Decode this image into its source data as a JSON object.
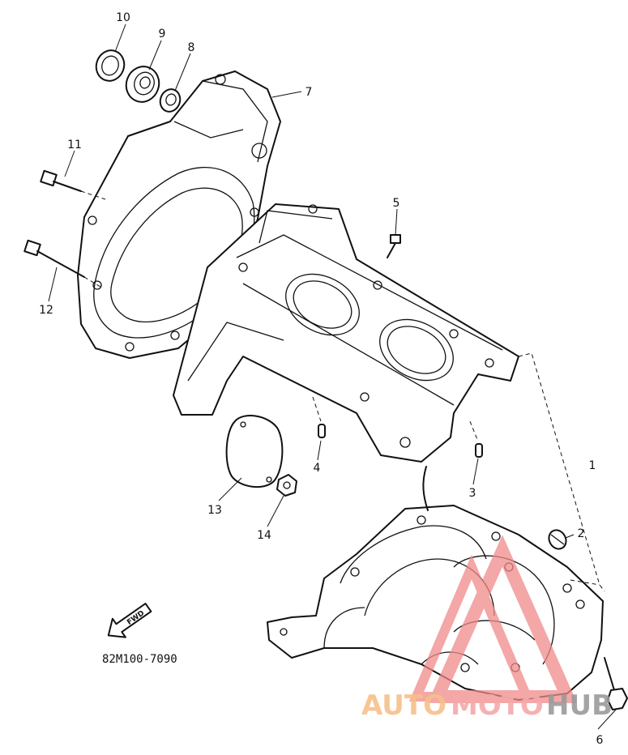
{
  "diagram": {
    "part_callouts": [
      "1",
      "2",
      "3",
      "4",
      "5",
      "6",
      "7",
      "8",
      "9",
      "10",
      "11",
      "12",
      "13",
      "14"
    ],
    "drawing_code": "82M100-7090",
    "fwd_label": "FWD"
  },
  "watermark": {
    "text_auto": "AUTO",
    "text_moto": "MOTO",
    "text_hub": "HUB",
    "colors": {
      "auto": "#f6c08a",
      "moto": "#f4a8a8",
      "hub": "#9a9a9a",
      "logo": "#f08a8a"
    }
  }
}
